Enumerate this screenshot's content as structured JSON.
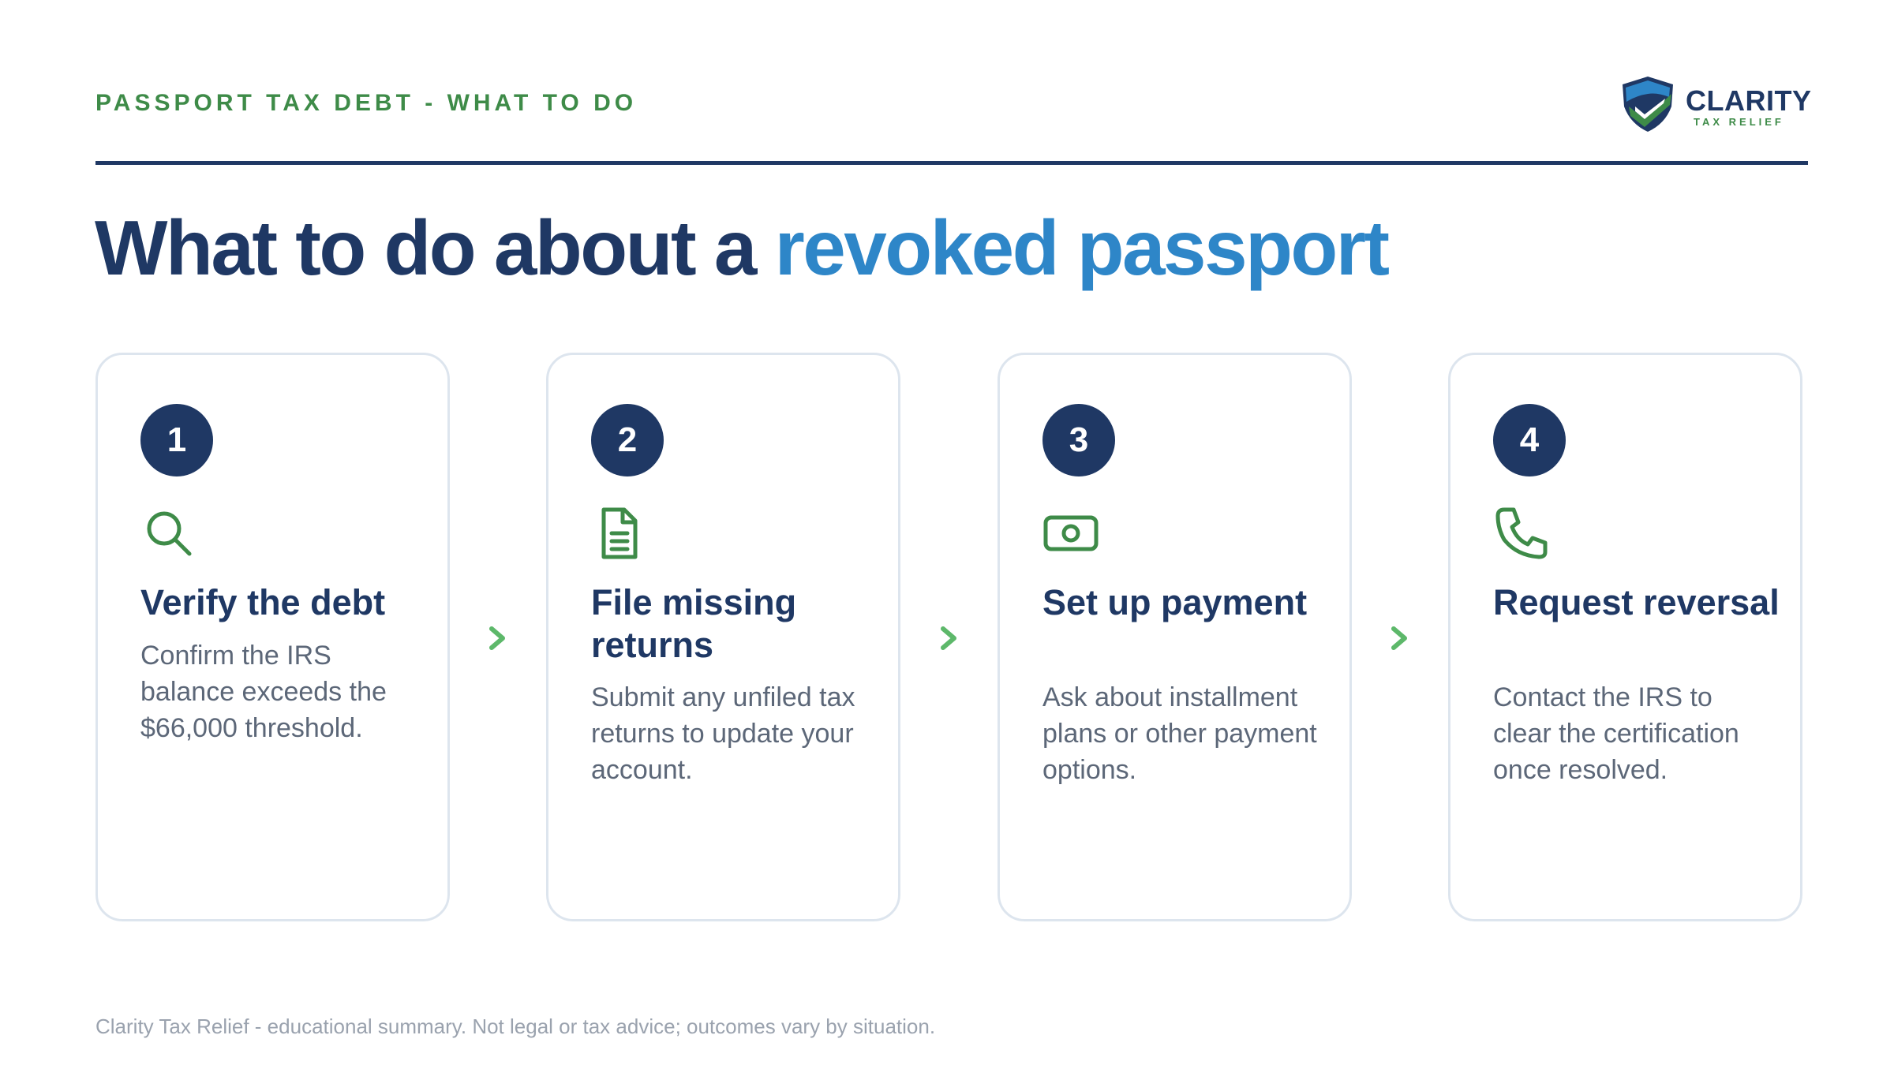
{
  "header": {
    "eyebrow": "PASSPORT TAX DEBT - WHAT TO DO",
    "logo": {
      "word": "CLARITY",
      "subtitle": "TAX RELIEF"
    }
  },
  "headline": {
    "lead": "What to do about a ",
    "accent": "revoked passport"
  },
  "steps": [
    {
      "number": "1",
      "icon": "search-icon",
      "title": "Verify the debt",
      "description": "Confirm the IRS balance exceeds the $66,000 threshold."
    },
    {
      "number": "2",
      "icon": "document-icon",
      "title": "File missing returns",
      "description": "Submit any unfiled tax returns to update your account."
    },
    {
      "number": "3",
      "icon": "money-icon",
      "title": "Set up payment",
      "description": "Ask about installment plans or other payment options."
    },
    {
      "number": "4",
      "icon": "phone-icon",
      "title": "Request reversal",
      "description": "Contact the IRS to clear the certification once resolved."
    }
  ],
  "footer": {
    "disclaimer": "Clarity Tax Relief - educational summary. Not legal or tax advice; outcomes vary by situation."
  },
  "colors": {
    "navy": "#1f3864",
    "blue_accent": "#2e86c8",
    "green": "#3e8b48",
    "arrow_green": "#5db86a",
    "card_border": "#dde5ee",
    "body_text": "#5c6778",
    "footer_text": "#9aa2ae"
  }
}
